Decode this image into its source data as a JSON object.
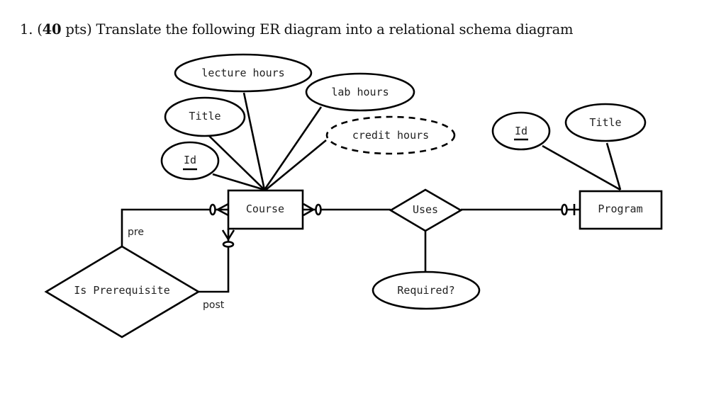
{
  "question": {
    "number": "1.",
    "points_open": "(",
    "points": "40",
    "points_close": " pts)",
    "text": " Translate the following ER diagram into a relational schema diagram"
  },
  "diagram": {
    "entities": {
      "course": {
        "label": "Course"
      },
      "program": {
        "label": "Program"
      }
    },
    "relationships": {
      "uses": {
        "label": "Uses"
      },
      "is_prerequisite": {
        "label": "Is Prerequisite"
      }
    },
    "attributes": {
      "course_lecture_hours": {
        "label": "lecture hours",
        "key": false,
        "derived": false
      },
      "course_lab_hours": {
        "label": "lab hours",
        "key": false,
        "derived": false
      },
      "course_title": {
        "label": "Title",
        "key": false,
        "derived": false
      },
      "course_id": {
        "label": "Id",
        "key": true,
        "derived": false
      },
      "course_credit_hours": {
        "label": "credit hours",
        "key": false,
        "derived": true
      },
      "uses_required": {
        "label": "Required?",
        "key": false,
        "derived": false
      },
      "program_id": {
        "label": "Id",
        "key": true,
        "derived": false
      },
      "program_title": {
        "label": "Title",
        "key": false,
        "derived": false
      }
    },
    "roles": {
      "pre": "pre",
      "post": "post"
    },
    "cardinalities": {
      "course_uses": "zero-or-many",
      "program_uses": "zero-or-one",
      "course_pre": "zero-or-many",
      "course_post": "zero-or-many"
    }
  }
}
